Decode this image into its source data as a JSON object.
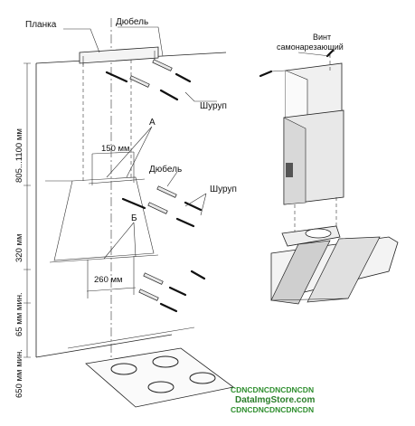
{
  "labels": {
    "bracket": "Планка",
    "dowel_top": "Дюбель",
    "screw_top": "Шуруп",
    "point_a": "А",
    "dowel_mid": "Дюбель",
    "screw_mid": "Шуруп",
    "point_b": "Б",
    "screw_self_tapping_line1": "Винт",
    "screw_self_tapping_line2": "самонарезающий"
  },
  "dimensions": {
    "height_range": "805...1100 мм",
    "spacing_320": "320 мм",
    "width_150": "150 мм",
    "width_260": "260 мм",
    "min_65": "65 мм мин.",
    "min_650": "650 мм мин."
  },
  "watermark": {
    "line1": "CDNCDNCDNCDNCDN",
    "line2": "DataImgStore.com",
    "line3": "CDNCDNCDNCDNCDN"
  }
}
